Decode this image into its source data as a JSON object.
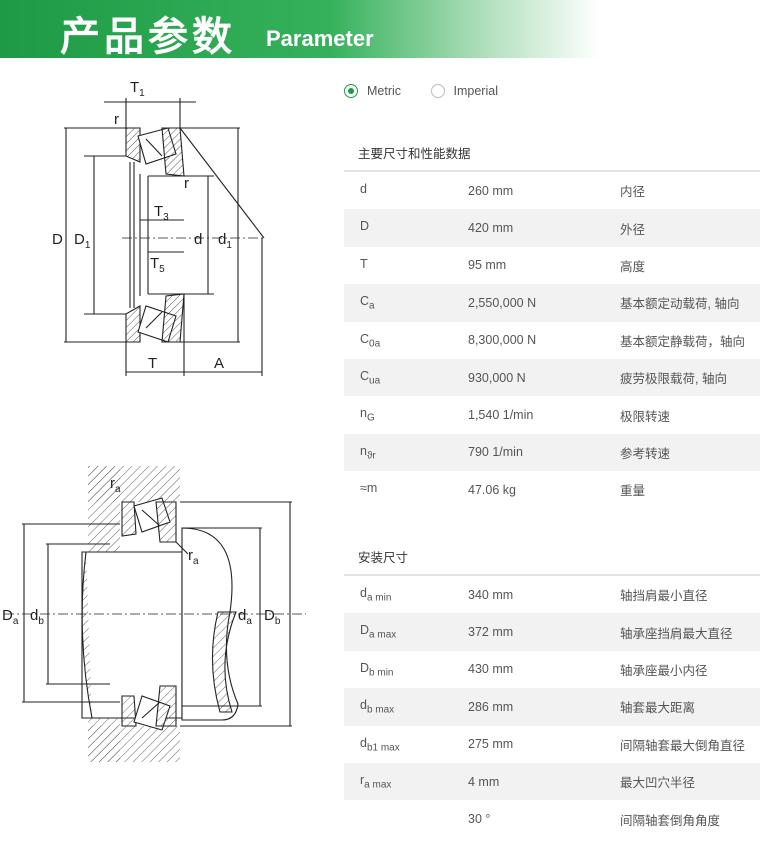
{
  "banner": {
    "title_zh": "产品参数",
    "title_en": "Parameter"
  },
  "units": {
    "metric_label": "Metric",
    "imperial_label": "Imperial",
    "selected": "Metric"
  },
  "main_dims": {
    "title": "主要尺寸和性能数据",
    "rows": [
      {
        "sym": "d",
        "sub": "",
        "value": "260 mm",
        "desc": "内径"
      },
      {
        "sym": "D",
        "sub": "",
        "value": "420 mm",
        "desc": "外径"
      },
      {
        "sym": "T",
        "sub": "",
        "value": "95 mm",
        "desc": "高度"
      },
      {
        "sym": "C",
        "sub": "a",
        "value": "2,550,000 N",
        "desc": "基本额定动载荷, 轴向"
      },
      {
        "sym": "C",
        "sub": "0a",
        "value": "8,300,000 N",
        "desc": "基本额定静载荷，轴向"
      },
      {
        "sym": "C",
        "sub": "ua",
        "value": "930,000 N",
        "desc": "疲劳极限载荷, 轴向"
      },
      {
        "sym": "n",
        "sub": "G",
        "value": "1,540 1/min",
        "desc": "极限转速"
      },
      {
        "sym": "n",
        "sub": "ϑr",
        "value": "790 1/min",
        "desc": "参考转速"
      },
      {
        "sym": "≈m",
        "sub": "",
        "value": "47.06 kg",
        "desc": "重量"
      }
    ]
  },
  "mounting_dims": {
    "title": "安装尺寸",
    "rows": [
      {
        "sym": "d",
        "sub": "a min",
        "value": "340 mm",
        "desc": "轴挡肩最小直径"
      },
      {
        "sym": "D",
        "sub": "a max",
        "value": "372 mm",
        "desc": "轴承座挡肩最大直径"
      },
      {
        "sym": "D",
        "sub": "b min",
        "value": "430 mm",
        "desc": "轴承座最小内径"
      },
      {
        "sym": "d",
        "sub": "b max",
        "value": "286 mm",
        "desc": "轴套最大距离"
      },
      {
        "sym": "d",
        "sub": "b1 max",
        "value": "275 mm",
        "desc": "间隔轴套最大倒角直径"
      },
      {
        "sym": "r",
        "sub": "a max",
        "value": "4 mm",
        "desc": "最大凹穴半径"
      },
      {
        "sym": "",
        "sub": "",
        "value": "30 °",
        "desc": "间隔轴套倒角角度"
      }
    ]
  },
  "diagram1_labels": {
    "T1": "T",
    "T1_sub": "1",
    "r1": "r",
    "r2": "r",
    "T3": "T",
    "T3_sub": "3",
    "T5": "T",
    "T5_sub": "5",
    "D": "D",
    "D1": "D",
    "D1_sub": "1",
    "d": "d",
    "d1": "d",
    "d1_sub": "1",
    "T": "T",
    "A": "A"
  },
  "diagram2_labels": {
    "ra_top": "r",
    "ra_top_sub": "a",
    "ra_mid": "r",
    "ra_mid_sub": "a",
    "Da_left": "D",
    "Da_left_sub": "a",
    "db_left": "d",
    "db_left_sub": "b",
    "da_right": "d",
    "da_right_sub": "a",
    "Db_right": "D",
    "Db_right_sub": "b"
  },
  "colors": {
    "accent": "#1e9a46",
    "row_alt": "#f2f2f2"
  }
}
